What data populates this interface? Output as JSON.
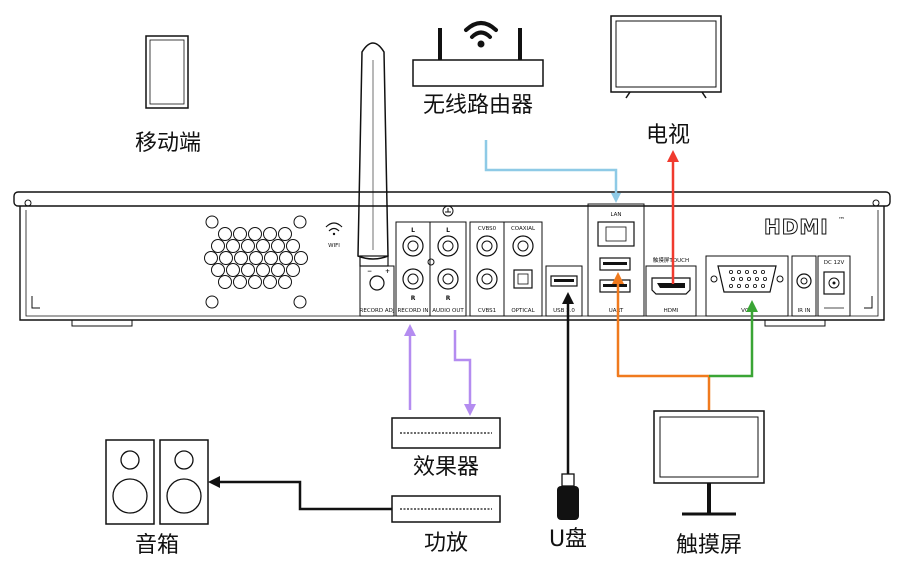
{
  "devices": {
    "mobile": "移动端",
    "router": "无线路由器",
    "tv": "电视",
    "effects": "效果器",
    "amplifier": "功放",
    "speakers": "音箱",
    "usb_drive": "U盘",
    "touchscreen": "触摸屏"
  },
  "panel": {
    "brand": "HDMI",
    "trademark": "™",
    "wifi": "WIFI",
    "record_adj": "RECORD ADJ",
    "record_in": "RECORD IN",
    "audio_out": "AUDIO OUT",
    "left": "L",
    "right": "R",
    "cvbs0": "CVBS0",
    "cvbs1": "CVBS1",
    "coaxial": "COAXIAL",
    "optical": "OPTICAL",
    "usb": "USB 3.0",
    "lan": "LAN",
    "uart": "UART",
    "hdmi_touch": "触摸屏TOUCH",
    "hdmi_port": "HDMI",
    "vga": "VGA",
    "ir_in": "IR IN",
    "dc": "DC 12V"
  },
  "colors": {
    "router_link": "#8ecae6",
    "tv_link": "#f03a2e",
    "audio_link": "#b48cf0",
    "usb_link": "#111111",
    "uart_link": "#f07a1e",
    "vga_link": "#3aa535",
    "speaker_link": "#111111"
  }
}
